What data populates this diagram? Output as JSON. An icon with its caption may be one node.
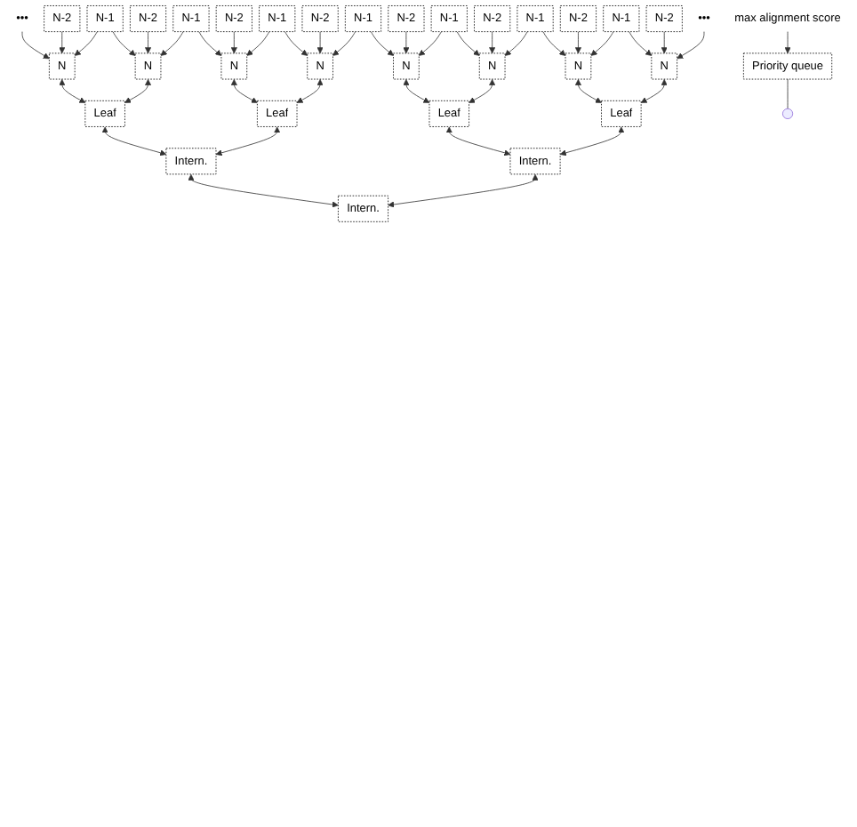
{
  "diagram": {
    "nodes": [
      {
        "text": [
          "N-2"
        ]
      },
      {
        "text": [
          "N-2"
        ]
      },
      {
        "text": [
          "N-2"
        ]
      },
      {
        "text": [
          "N-2"
        ]
      },
      {
        "text": [
          "N-2"
        ]
      },
      {
        "text": [
          "N-2"
        ]
      },
      {
        "text": [
          "N-2"
        ]
      },
      {
        "text": [
          "N-2"
        ]
      },
      {
        "text": [
          "•••"
        ]
      },
      {
        "text": [
          "N-1"
        ]
      },
      {
        "text": [
          "N-1"
        ]
      },
      {
        "text": [
          "N-1"
        ]
      },
      {
        "text": [
          "N-1"
        ]
      },
      {
        "text": [
          "N-1"
        ]
      },
      {
        "text": [
          "N-1"
        ]
      },
      {
        "text": [
          "N-1"
        ]
      },
      {
        "text": [
          "•••"
        ]
      },
      {
        "text": [
          "N"
        ]
      },
      {
        "text": [
          "N"
        ]
      },
      {
        "text": [
          "N"
        ]
      },
      {
        "text": [
          "N"
        ]
      },
      {
        "text": [
          "N"
        ]
      },
      {
        "text": [
          "N"
        ]
      },
      {
        "text": [
          "N"
        ]
      },
      {
        "text": [
          "N"
        ]
      },
      {
        "text": [
          "Leaf"
        ]
      },
      {
        "text": [
          "Leaf"
        ]
      },
      {
        "text": [
          "Leaf"
        ]
      },
      {
        "text": [
          "Leaf"
        ]
      },
      {
        "text": [
          "Intern."
        ]
      },
      {
        "text": [
          "Intern."
        ]
      },
      {
        "text": [
          "Intern."
        ]
      },
      {
        "text": [
          "max alignment score"
        ]
      },
      {
        "text": [
          "Priority queue"
        ]
      }
    ],
    "edges": [
      {
        "from": 8,
        "to": 17,
        "arrow": "to"
      },
      {
        "from": 0,
        "to": 17,
        "arrow": "to"
      },
      {
        "from": 9,
        "to": 17,
        "arrow": "to"
      },
      {
        "from": 9,
        "to": 18,
        "arrow": "to"
      },
      {
        "from": 1,
        "to": 18,
        "arrow": "to"
      },
      {
        "from": 10,
        "to": 18,
        "arrow": "to"
      },
      {
        "from": 10,
        "to": 19,
        "arrow": "to"
      },
      {
        "from": 2,
        "to": 19,
        "arrow": "to"
      },
      {
        "from": 11,
        "to": 19,
        "arrow": "to"
      },
      {
        "from": 11,
        "to": 20,
        "arrow": "to"
      },
      {
        "from": 3,
        "to": 20,
        "arrow": "to"
      },
      {
        "from": 12,
        "to": 20,
        "arrow": "to"
      },
      {
        "from": 12,
        "to": 21,
        "arrow": "to"
      },
      {
        "from": 4,
        "to": 21,
        "arrow": "to"
      },
      {
        "from": 13,
        "to": 21,
        "arrow": "to"
      },
      {
        "from": 13,
        "to": 22,
        "arrow": "to"
      },
      {
        "from": 5,
        "to": 22,
        "arrow": "to"
      },
      {
        "from": 14,
        "to": 22,
        "arrow": "to"
      },
      {
        "from": 14,
        "to": 23,
        "arrow": "to"
      },
      {
        "from": 6,
        "to": 23,
        "arrow": "to"
      },
      {
        "from": 15,
        "to": 23,
        "arrow": "to"
      },
      {
        "from": 15,
        "to": 24,
        "arrow": "to"
      },
      {
        "from": 7,
        "to": 24,
        "arrow": "to"
      },
      {
        "from": 16,
        "to": 24,
        "arrow": "to"
      },
      {
        "from": 17,
        "to": 25,
        "arrow": "both"
      },
      {
        "from": 18,
        "to": 25,
        "arrow": "both"
      },
      {
        "from": 19,
        "to": 26,
        "arrow": "both"
      },
      {
        "from": 20,
        "to": 26,
        "arrow": "both"
      },
      {
        "from": 21,
        "to": 27,
        "arrow": "both"
      },
      {
        "from": 22,
        "to": 27,
        "arrow": "both"
      },
      {
        "from": 23,
        "to": 28,
        "arrow": "both"
      },
      {
        "from": 24,
        "to": 28,
        "arrow": "both"
      },
      {
        "from": 25,
        "to": 29,
        "arrow": "both"
      },
      {
        "from": 26,
        "to": 29,
        "arrow": "both"
      },
      {
        "from": 27,
        "to": 30,
        "arrow": "both"
      },
      {
        "from": 28,
        "to": 30,
        "arrow": "both"
      },
      {
        "from": 29,
        "to": 31,
        "arrow": "both"
      },
      {
        "from": 30,
        "to": 31,
        "arrow": "both"
      },
      {
        "from": 32,
        "to": 33,
        "arrow": "to"
      },
      {
        "from": 33,
        "to": null,
        "arrow": "none"
      }
    ]
  }
}
